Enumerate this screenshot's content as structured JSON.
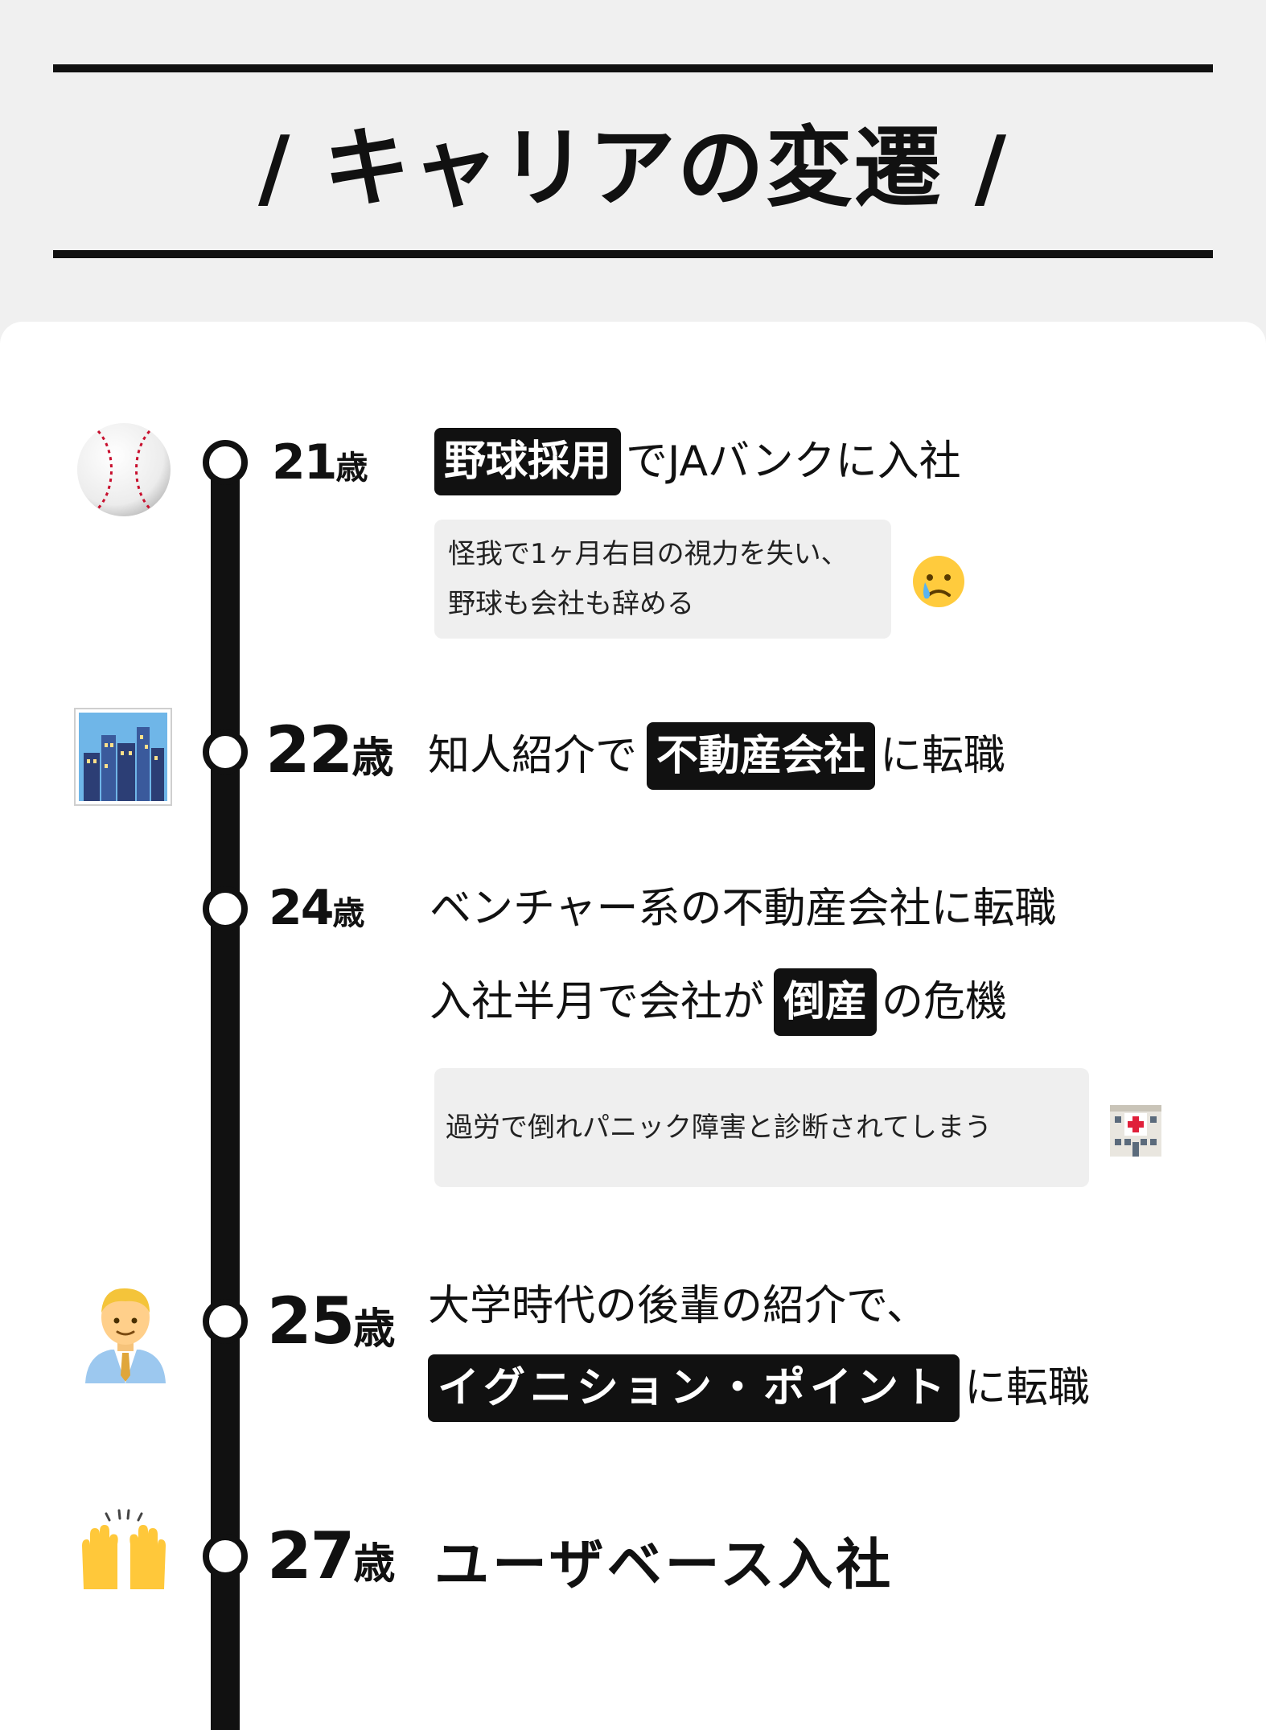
{
  "title": "/ キャリアの変遷 /",
  "timeline": [
    {
      "age_num": "21",
      "age_unit": "歳",
      "icon": "baseball-icon",
      "highlight": "野球採用",
      "headline_after": "でJAバンクに入社",
      "note_lines": [
        "怪我で1ヶ月右目の視力を失い、",
        "野球も会社も辞める"
      ],
      "note_icon": "crying-face-icon"
    },
    {
      "age_num": "22",
      "age_unit": "歳",
      "icon": "city-buildings-icon",
      "headline_before": "知人紹介で",
      "highlight": "不動産会社",
      "headline_after": "に転職"
    },
    {
      "age_num": "24",
      "age_unit": "歳",
      "headline": "ベンチャー系の不動産会社に転職",
      "line2_before": "入社半月で会社が",
      "highlight": "倒産",
      "line2_after": "の危機",
      "note_lines": [
        "過労で倒れパニック障害と診断されてしまう"
      ],
      "note_icon": "hospital-icon"
    },
    {
      "age_num": "25",
      "age_unit": "歳",
      "icon": "office-worker-icon",
      "headline": "大学時代の後輩の紹介で、",
      "highlight": "イグニション・ポイント",
      "headline_after": "に転職"
    },
    {
      "age_num": "27",
      "age_unit": "歳",
      "icon": "raised-hands-icon",
      "headline": "ユーザベース入社"
    }
  ]
}
